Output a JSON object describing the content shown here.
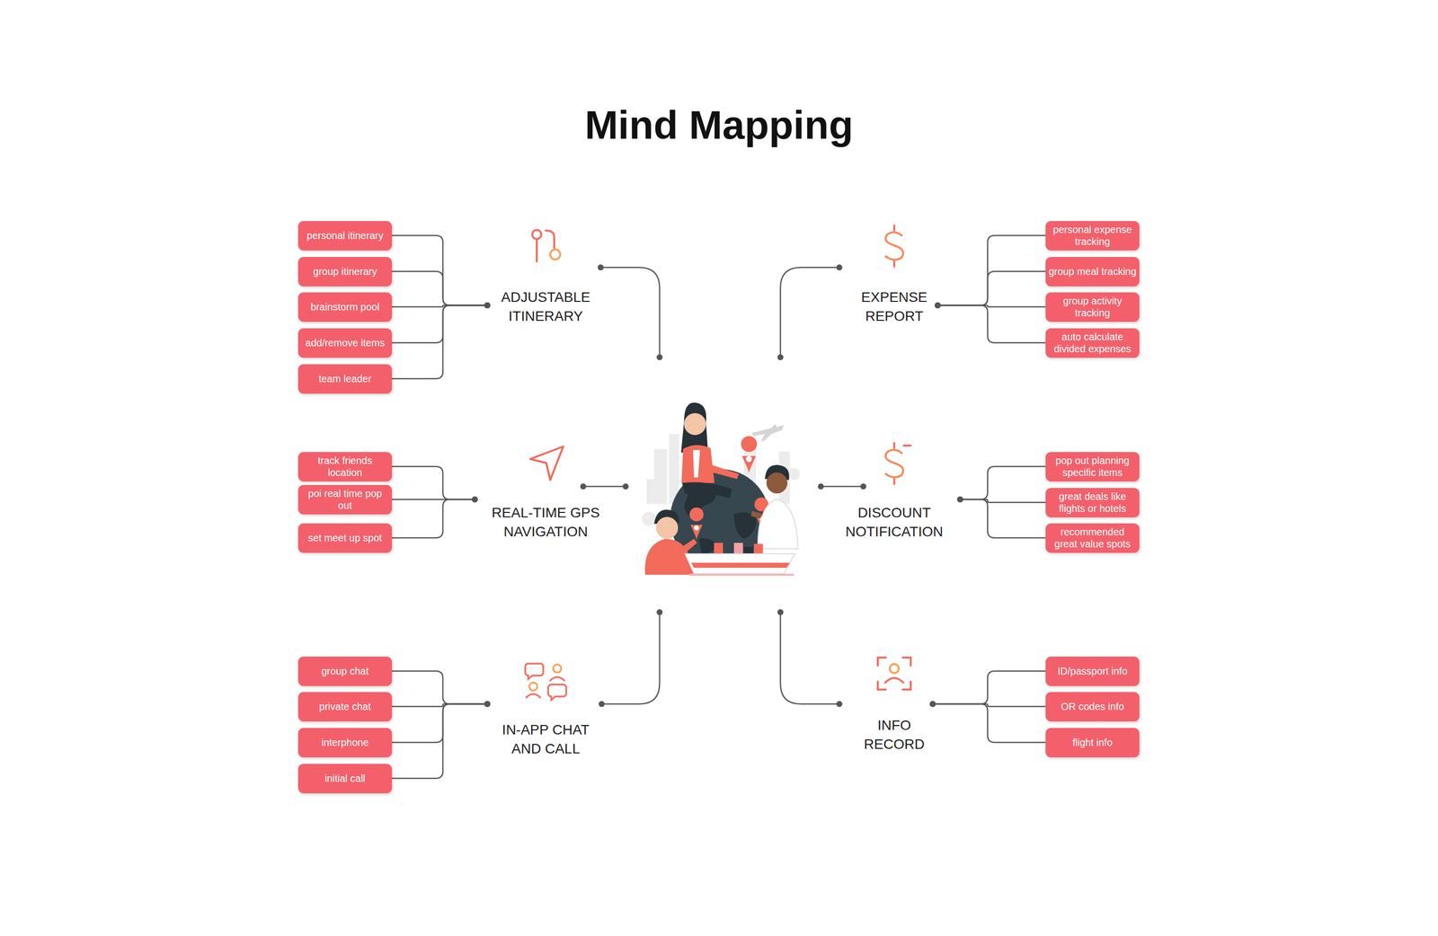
{
  "diagram": {
    "title": "Mind Mapping",
    "nodes": [
      {
        "text": [
          "ADJUSTABLE ITINERARY"
        ]
      },
      {
        "text": [
          "personal itinerary"
        ]
      },
      {
        "text": [
          "group itinerary"
        ]
      },
      {
        "text": [
          "brainstorm pool"
        ]
      },
      {
        "text": [
          "add/remove items"
        ]
      },
      {
        "text": [
          "team leader"
        ]
      },
      {
        "text": [
          "EXPENSE REPORT"
        ]
      },
      {
        "text": [
          "personal expense tracking"
        ]
      },
      {
        "text": [
          "group meal tracking"
        ]
      },
      {
        "text": [
          "group activity tracking"
        ]
      },
      {
        "text": [
          "auto calculate divided expenses"
        ]
      },
      {
        "text": [
          "REAL-TIME GPS NAVIGATION"
        ]
      },
      {
        "text": [
          "track friends location"
        ]
      },
      {
        "text": [
          "poi real time pop out"
        ]
      },
      {
        "text": [
          "set meet up spot"
        ]
      },
      {
        "text": [
          "DISCOUNT NOTIFICATION"
        ]
      },
      {
        "text": [
          "pop out planning specific items"
        ]
      },
      {
        "text": [
          "great deals like flights or hotels"
        ]
      },
      {
        "text": [
          "recommended great value spots"
        ]
      },
      {
        "text": [
          "IN-APP CHAT AND CALL"
        ]
      },
      {
        "text": [
          "group chat"
        ]
      },
      {
        "text": [
          "private chat"
        ]
      },
      {
        "text": [
          "interphone"
        ]
      },
      {
        "text": [
          "initial call"
        ]
      },
      {
        "text": [
          "INFO RECORD"
        ]
      },
      {
        "text": [
          "ID/passport info"
        ]
      },
      {
        "text": [
          "OR codes info"
        ]
      },
      {
        "text": [
          "flight info"
        ]
      }
    ],
    "edges": [
      {
        "from": 1,
        "to": 0,
        "arrow": "none"
      },
      {
        "from": 2,
        "to": 0,
        "arrow": "none"
      },
      {
        "from": 3,
        "to": 0,
        "arrow": "none"
      },
      {
        "from": 4,
        "to": 0,
        "arrow": "none"
      },
      {
        "from": 5,
        "to": 0,
        "arrow": "none"
      },
      {
        "from": 7,
        "to": 6,
        "arrow": "none"
      },
      {
        "from": 8,
        "to": 6,
        "arrow": "none"
      },
      {
        "from": 9,
        "to": 6,
        "arrow": "none"
      },
      {
        "from": 10,
        "to": 6,
        "arrow": "none"
      },
      {
        "from": 12,
        "to": 11,
        "arrow": "none"
      },
      {
        "from": 13,
        "to": 11,
        "arrow": "none"
      },
      {
        "from": 14,
        "to": 11,
        "arrow": "none"
      },
      {
        "from": 16,
        "to": 15,
        "arrow": "none"
      },
      {
        "from": 17,
        "to": 15,
        "arrow": "none"
      },
      {
        "from": 18,
        "to": 15,
        "arrow": "none"
      },
      {
        "from": 20,
        "to": 19,
        "arrow": "none"
      },
      {
        "from": 21,
        "to": 19,
        "arrow": "none"
      },
      {
        "from": 22,
        "to": 19,
        "arrow": "none"
      },
      {
        "from": 23,
        "to": 19,
        "arrow": "none"
      },
      {
        "from": 25,
        "to": 24,
        "arrow": "none"
      },
      {
        "from": 26,
        "to": 24,
        "arrow": "none"
      },
      {
        "from": 27,
        "to": 24,
        "arrow": "none"
      }
    ]
  }
}
